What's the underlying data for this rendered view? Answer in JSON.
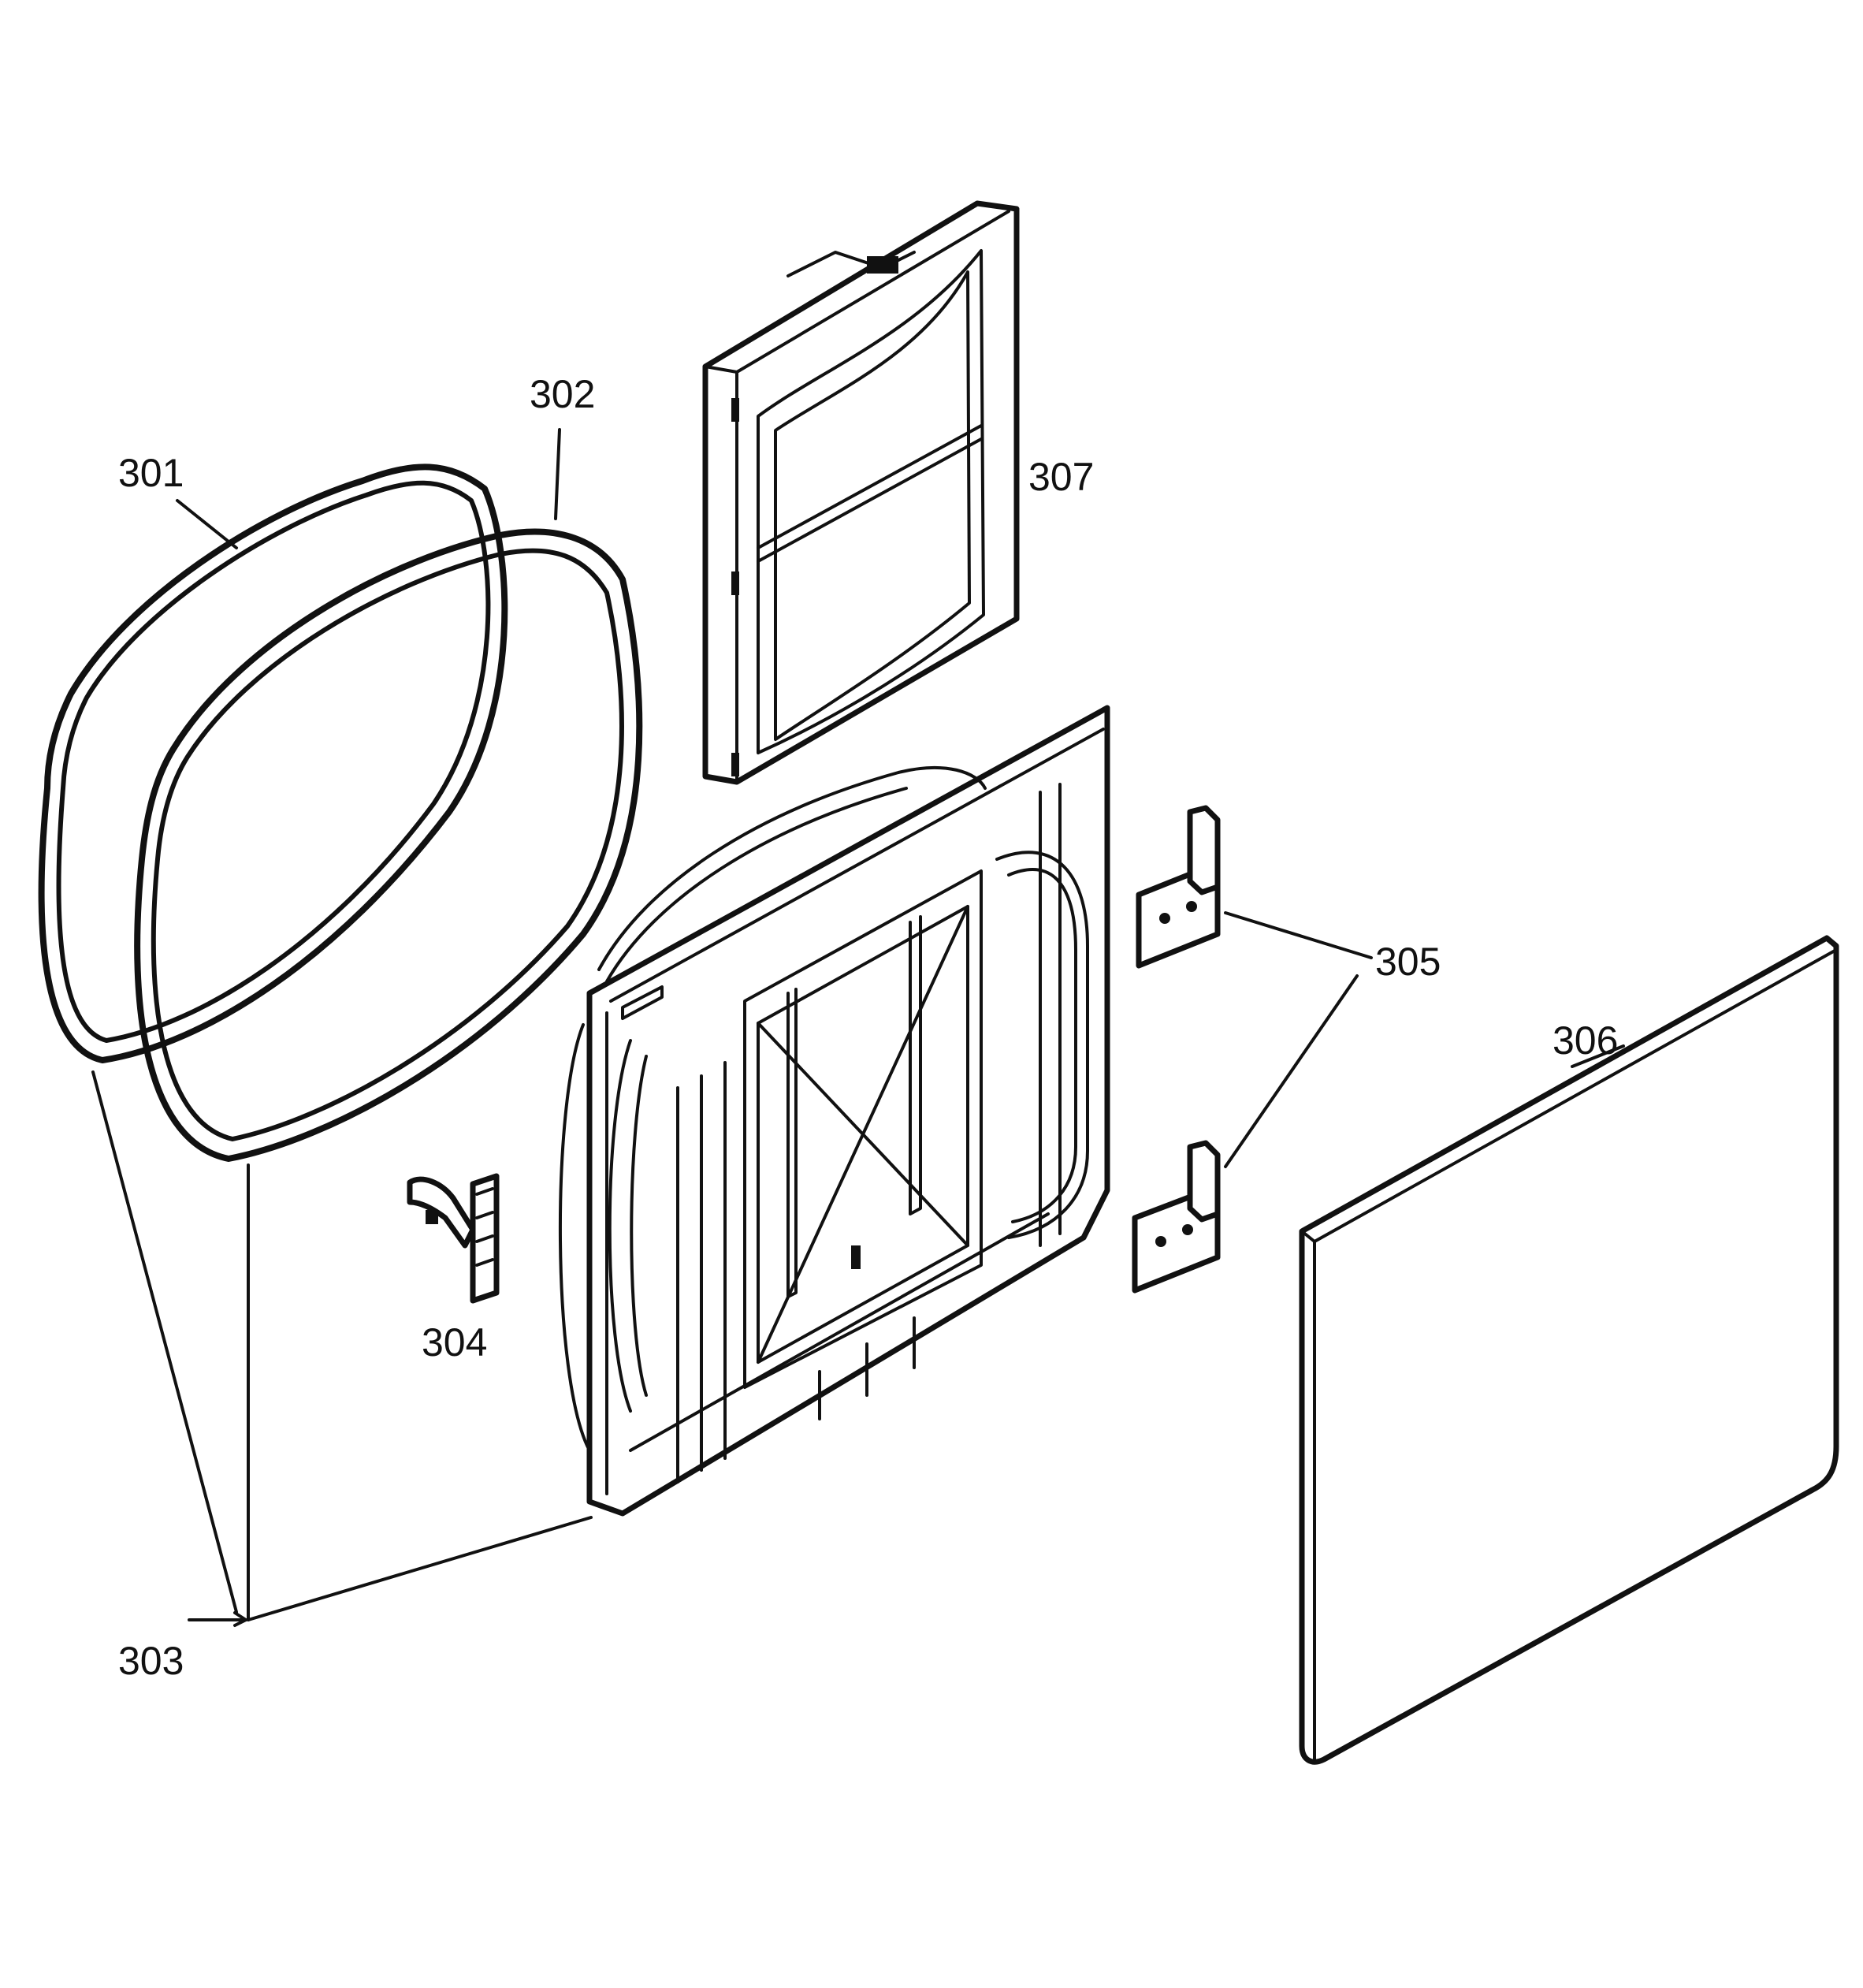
{
  "diagram": {
    "callouts": {
      "c301": "301",
      "c302": "302",
      "c303": "303",
      "c304": "304",
      "c305": "305",
      "c306": "306",
      "c307": "307"
    }
  }
}
